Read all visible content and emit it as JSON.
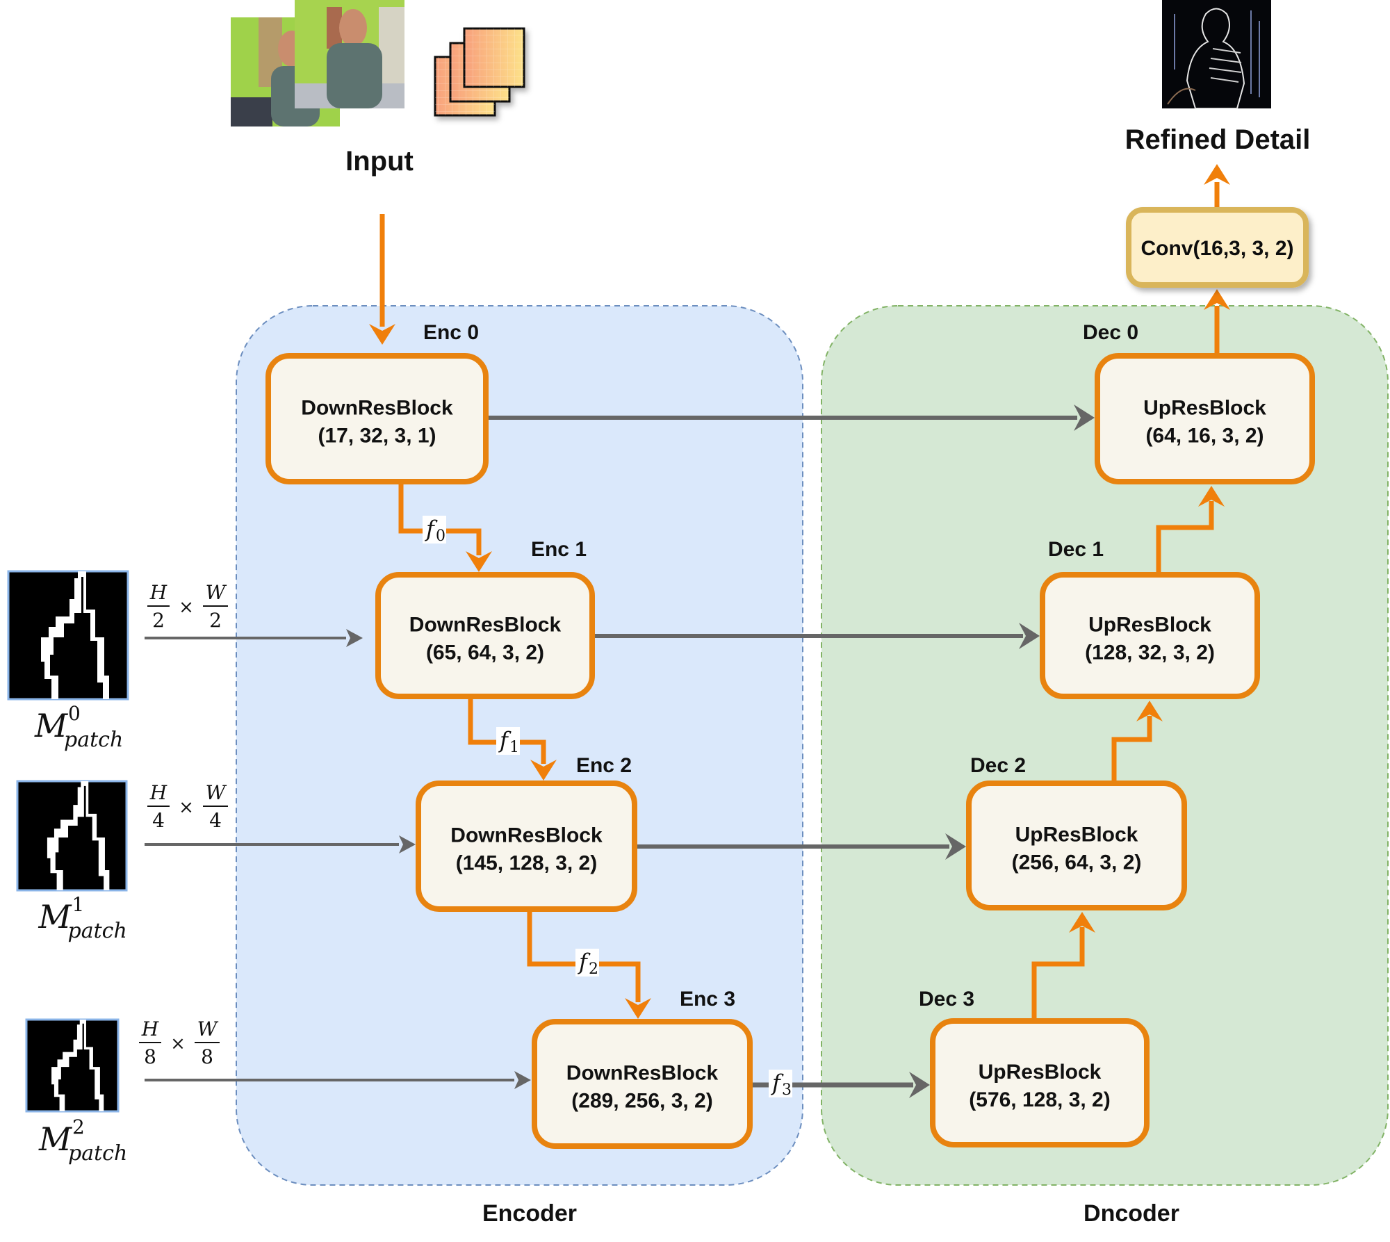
{
  "title_input": "Input",
  "title_output": "Refined Detail",
  "encoder": {
    "label": "Encoder",
    "blocks": [
      {
        "id": "Enc 0",
        "name": "DownResBlock",
        "params": "(17, 32, 3, 1)"
      },
      {
        "id": "Enc 1",
        "name": "DownResBlock",
        "params": "(65, 64, 3, 2)"
      },
      {
        "id": "Enc 2",
        "name": "DownResBlock",
        "params": "(145, 128, 3, 2)"
      },
      {
        "id": "Enc 3",
        "name": "DownResBlock",
        "params": "(289, 256, 3, 2)"
      }
    ],
    "features": [
      "f",
      "f",
      "f",
      "f"
    ],
    "feature_subscripts": [
      "0",
      "1",
      "2",
      "3"
    ]
  },
  "decoder": {
    "label": "Dncoder",
    "blocks": [
      {
        "id": "Dec 0",
        "name": "UpResBlock",
        "params": "(64, 16, 3, 2)"
      },
      {
        "id": "Dec 1",
        "name": "UpResBlock",
        "params": "(128, 32, 3, 2)"
      },
      {
        "id": "Dec 2",
        "name": "UpResBlock",
        "params": "(256, 64, 3, 2)"
      },
      {
        "id": "Dec 3",
        "name": "UpResBlock",
        "params": "(576, 128, 3, 2)"
      }
    ]
  },
  "head": {
    "label": "Conv(16,3, 3, 2)"
  },
  "masks": [
    {
      "symbol": "M",
      "superscript": "0",
      "subscript": "patch",
      "size_num_h": "H",
      "size_den_h": "2",
      "times": "×",
      "size_num_w": "W",
      "size_den_w": "2"
    },
    {
      "symbol": "M",
      "superscript": "1",
      "subscript": "patch",
      "size_num_h": "H",
      "size_den_h": "4",
      "times": "×",
      "size_num_w": "W",
      "size_den_w": "4"
    },
    {
      "symbol": "M",
      "superscript": "2",
      "subscript": "patch",
      "size_num_h": "H",
      "size_den_h": "8",
      "times": "×",
      "size_num_w": "W",
      "size_den_w": "8"
    }
  ],
  "colors": {
    "orange": "#f07f0a",
    "block_border": "#e8830f",
    "block_fill": "#f8f5ec",
    "conv_border": "#d9b55a",
    "conv_fill": "#fdefc9",
    "encoder_fill": "#dae8fb",
    "encoder_stroke": "#6c8ebf",
    "decoder_fill": "#d5e8d4",
    "decoder_stroke": "#82b366",
    "skip_gray": "#666666"
  }
}
